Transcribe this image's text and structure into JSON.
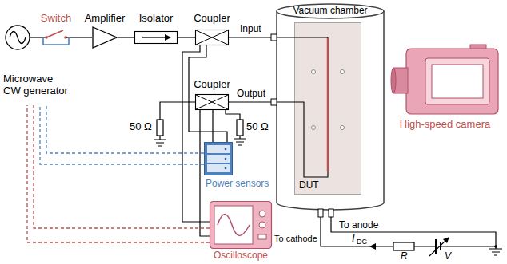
{
  "diagram": {
    "nodes": [
      {
        "text": [
          "Microwave CW generator"
        ]
      },
      {
        "text": [
          "Switch"
        ]
      },
      {
        "text": [
          "Amplifier"
        ]
      },
      {
        "text": [
          "Isolator"
        ]
      },
      {
        "text": [
          "Coupler"
        ]
      },
      {
        "text": [
          "Vacuum chamber"
        ]
      },
      {
        "text": [
          "DUT"
        ],
        "in": 5
      },
      {
        "text": [
          "High-speed camera"
        ]
      },
      {
        "text": [
          "Coupler"
        ]
      },
      {
        "text": [
          "Power sensors"
        ]
      },
      {
        "text": [
          "Oscilloscope"
        ]
      }
    ],
    "edges": [
      {
        "from": 0,
        "to": 1,
        "arrow": "none"
      },
      {
        "from": 1,
        "to": 2,
        "arrow": "none"
      },
      {
        "from": 2,
        "to": 3,
        "arrow": "none"
      },
      {
        "from": 3,
        "to": 4,
        "arrow": "none"
      },
      {
        "from": 4,
        "to": 6,
        "arrow": "none"
      },
      {
        "from": 6,
        "to": 8,
        "arrow": "none"
      },
      {
        "from": 4,
        "to": 9,
        "arrow": "none"
      },
      {
        "from": 4,
        "to": 10,
        "arrow": "none"
      },
      {
        "from": 8,
        "to": 9,
        "arrow": "none"
      },
      {
        "from": 8,
        "to": 10,
        "arrow": "none"
      }
    ],
    "labels": [
      "Input",
      "Output",
      "50 Ω",
      "50 Ω",
      "To anode",
      "To cathode",
      "R",
      "V",
      "I",
      "DC"
    ]
  }
}
